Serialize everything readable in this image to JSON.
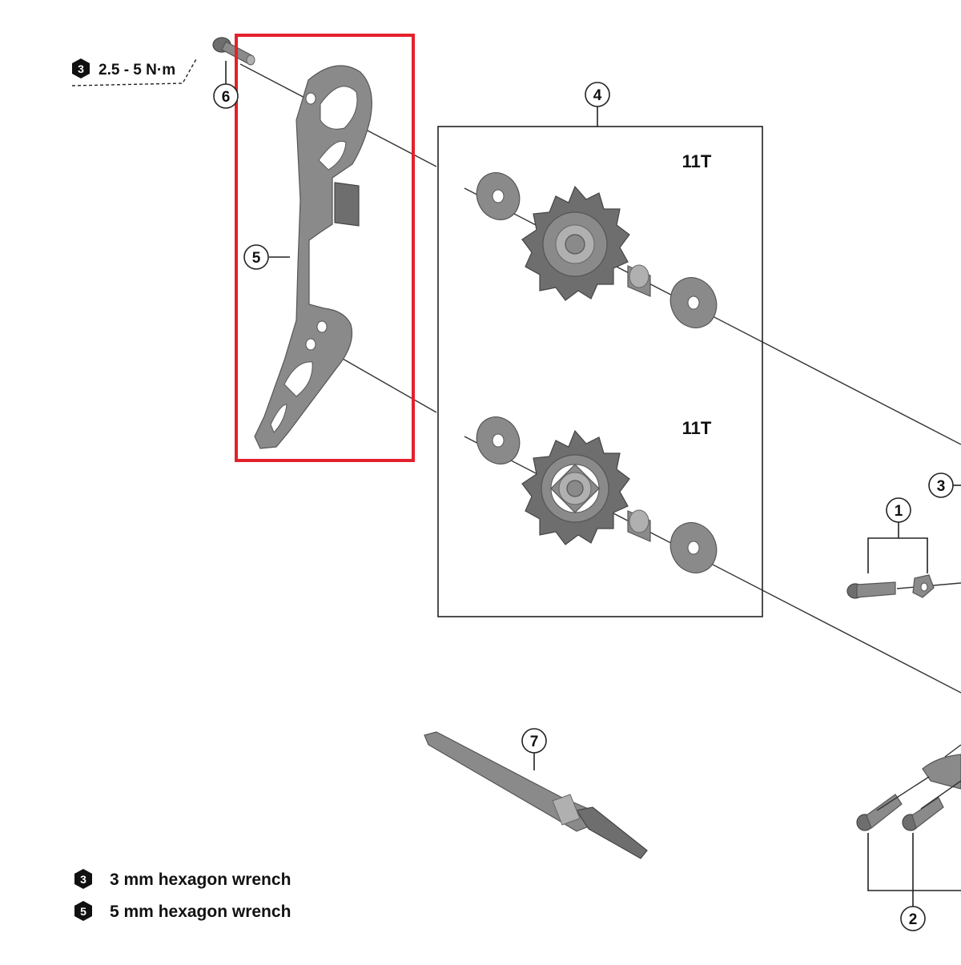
{
  "callouts": {
    "c1": "1",
    "c2": "2",
    "c3": "3",
    "c4": "4",
    "c5": "5",
    "c6": "6",
    "c7": "7"
  },
  "pulley_upper_label": "11T",
  "pulley_lower_label": "11T",
  "torque": {
    "tool_number": "3",
    "spec": "2.5 - 5 N·m"
  },
  "legend": [
    {
      "tool_number": "3",
      "text": "3 mm hexagon wrench"
    },
    {
      "tool_number": "5",
      "text": "5 mm hexagon wrench"
    }
  ],
  "colors": {
    "highlight": "#e4212b",
    "part_gray": "#8a8a8a",
    "line": "#222222"
  }
}
